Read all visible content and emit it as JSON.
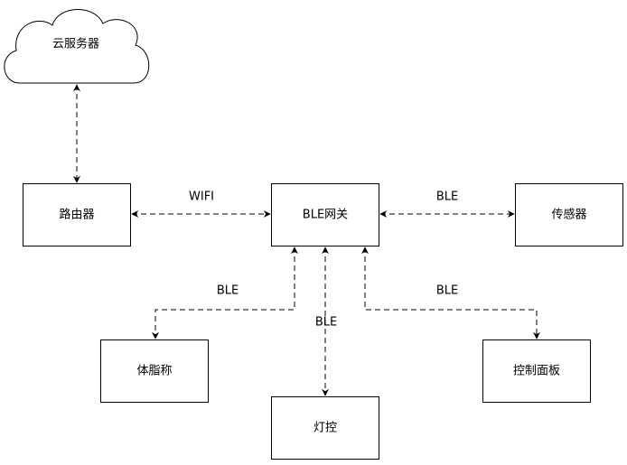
{
  "nodes": {
    "cloud": "云服务器",
    "router": "路由器",
    "gateway": "BLE网关",
    "sensor": "传感器",
    "scale": "体脂称",
    "light": "灯控",
    "panel": "控制面板"
  },
  "edges": {
    "router_gateway": "WIFI",
    "gateway_sensor": "BLE",
    "gateway_scale": "BLE",
    "gateway_light": "BLE",
    "gateway_panel": "BLE"
  }
}
